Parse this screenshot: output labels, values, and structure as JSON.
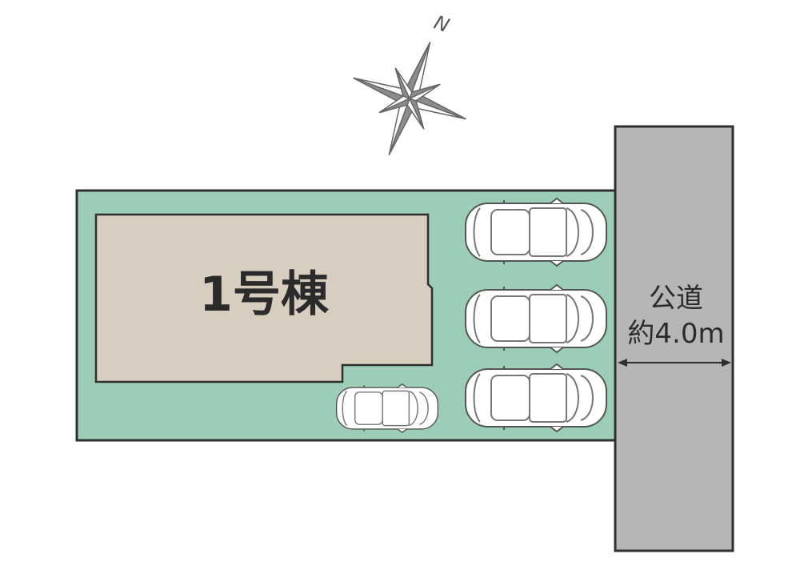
{
  "compass": {
    "north_label": "N",
    "icon": "compass-rose-icon"
  },
  "building": {
    "label": "1号棟"
  },
  "road": {
    "name": "公道",
    "width_label": "約4.0m"
  },
  "parking": {
    "car_count": 4,
    "icon": "car-icon"
  },
  "colors": {
    "lot": "#9ccdb7",
    "building": "#d7cec0",
    "road": "#b4b6b8",
    "outline": "#2f2f2f",
    "compass": "#8c8c8c"
  }
}
